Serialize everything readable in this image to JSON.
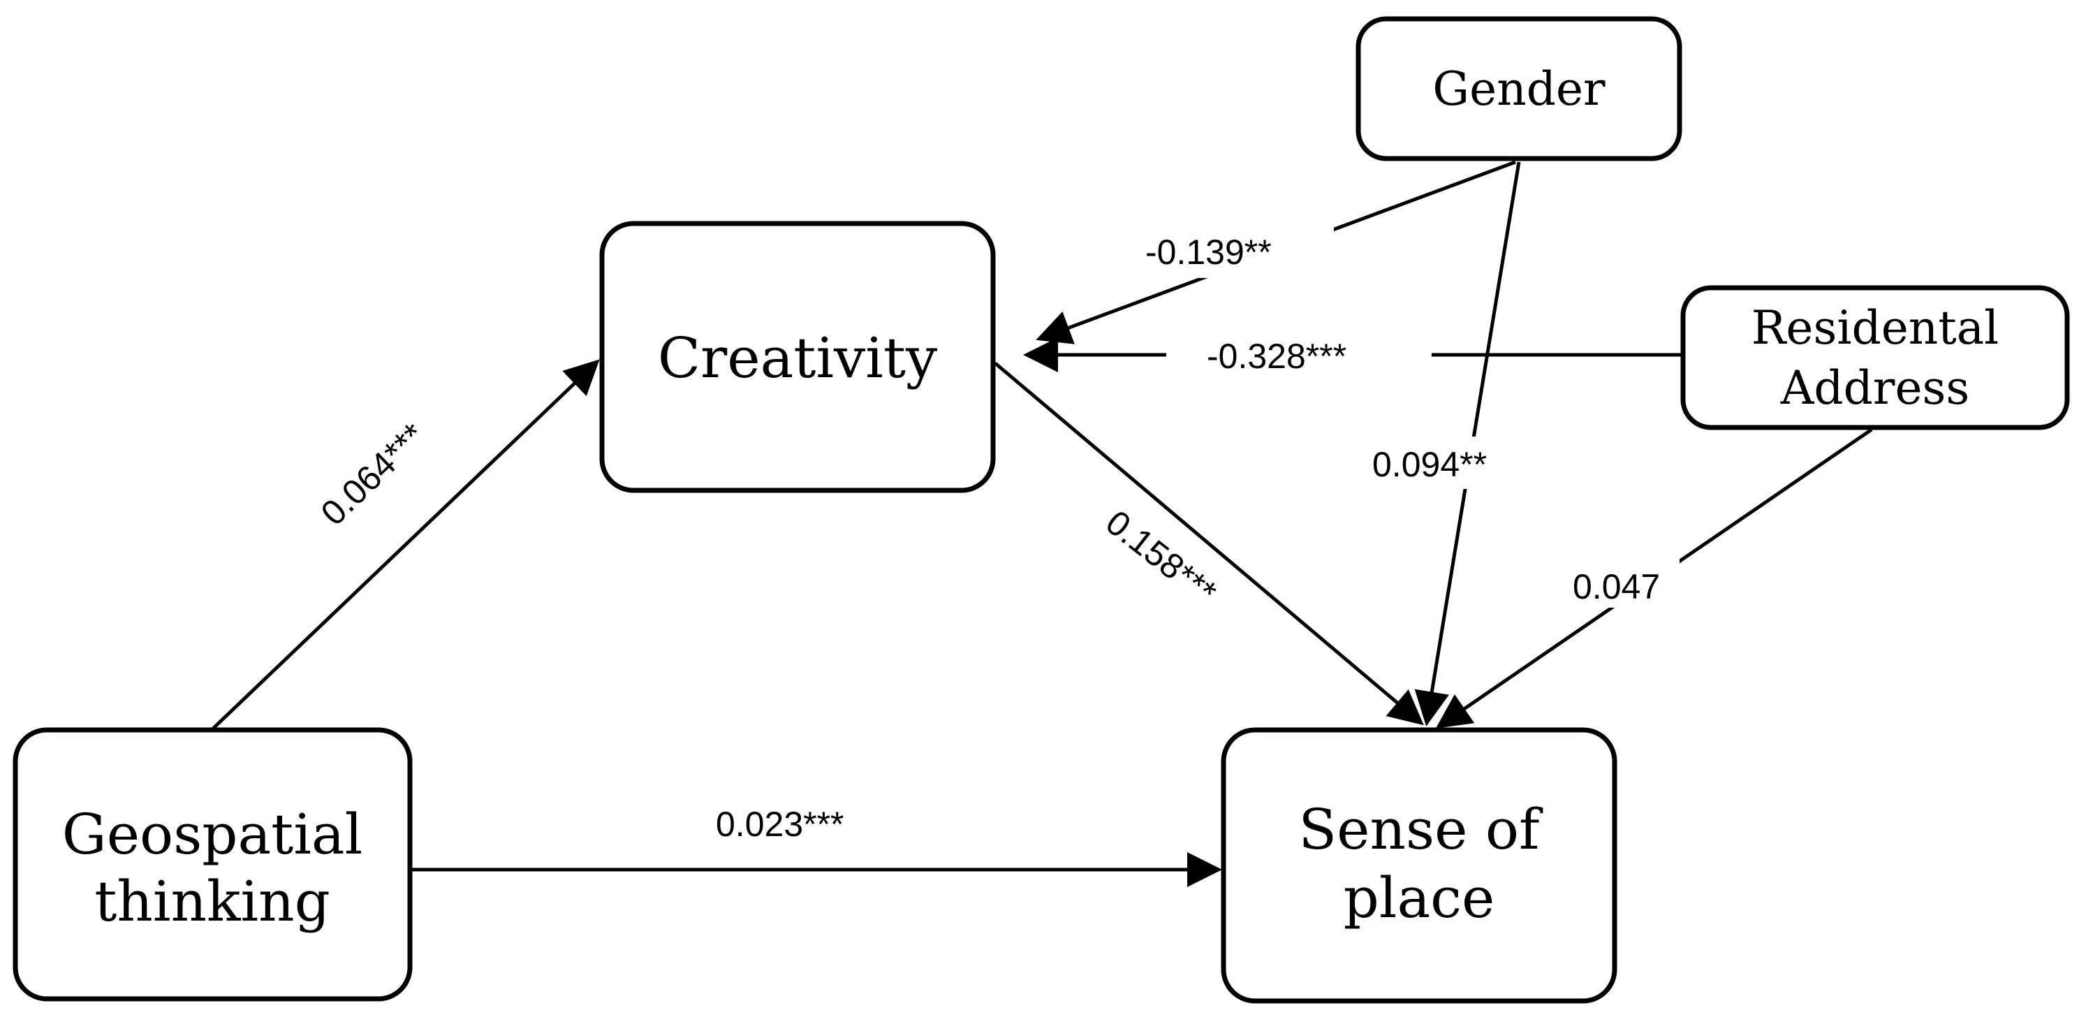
{
  "nodes": {
    "geospatial": {
      "line1": "Geospatial",
      "line2": "thinking"
    },
    "creativity": {
      "label": "Creativity"
    },
    "sense": {
      "line1": "Sense of",
      "line2": "place"
    },
    "gender": {
      "label": "Gender"
    },
    "residential": {
      "line1": "Residental",
      "line2": "Address"
    }
  },
  "edges": {
    "geo_to_creativity": "0.064***",
    "geo_to_sense": "0.023***",
    "creativity_to_sense": "0.158***",
    "gender_to_creativity": "-0.139**",
    "residential_to_creativity": "-0.328***",
    "gender_to_sense": "0.094**",
    "residential_to_sense": "0.047"
  }
}
